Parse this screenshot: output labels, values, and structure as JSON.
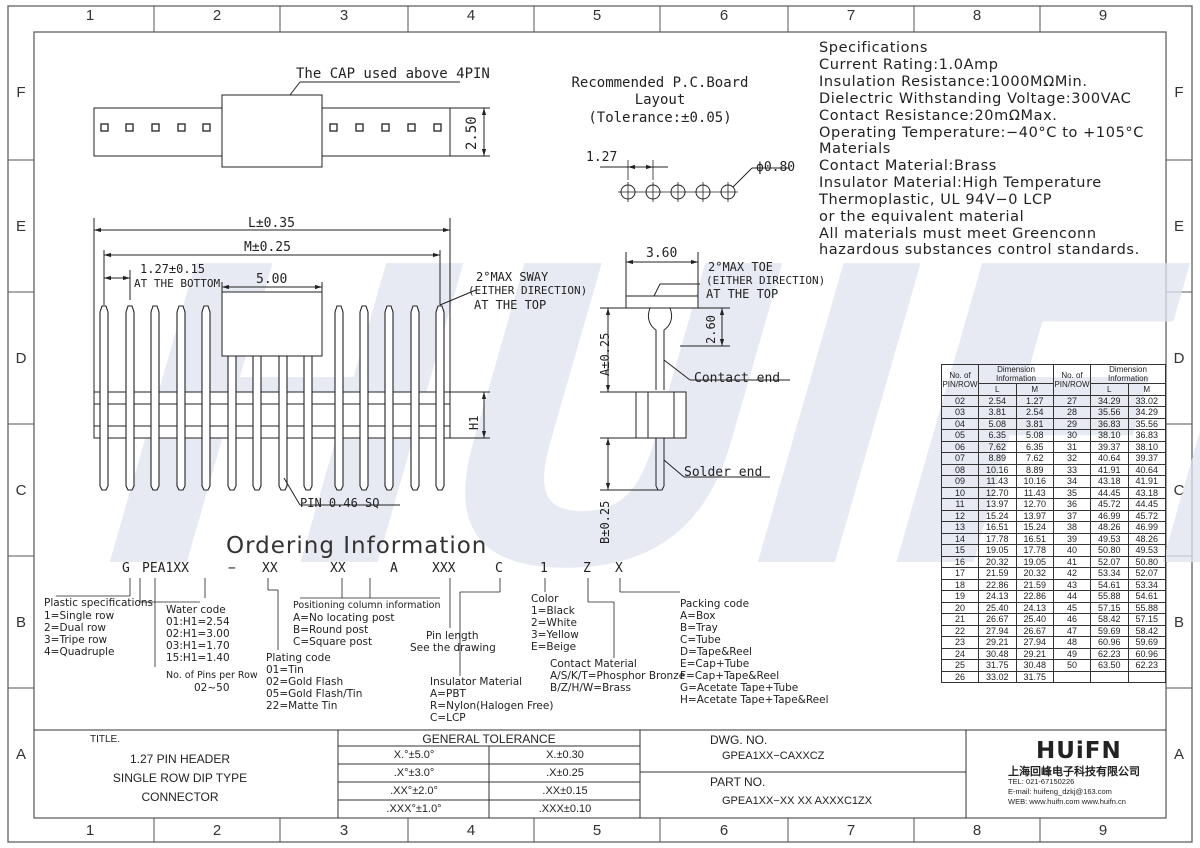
{
  "zones": {
    "columns": [
      "1",
      "2",
      "3",
      "4",
      "5",
      "6",
      "7",
      "8",
      "9"
    ],
    "rows": [
      "F",
      "E",
      "D",
      "C",
      "B",
      "A"
    ]
  },
  "watermark": "HUIFN",
  "top_view": {
    "cap_label": "The CAP used above 4PIN",
    "height_dim": "2.50"
  },
  "pcb": {
    "title": "Recommended P.C.Board",
    "title2": "Layout",
    "tolerance": "(Tolerance:±0.05)",
    "pitch": "1.27",
    "hole": "ϕ0.80"
  },
  "front_view": {
    "L": "L±0.35",
    "M": "M±0.25",
    "pitch": "1.27±0.15",
    "pitch_note": "AT THE BOTTOM",
    "cap_width": "5.00",
    "sway1": "2°MAX SWAY",
    "sway2": "(EITHER DIRECTION)",
    "sway3": "AT THE TOP",
    "h1": "H1",
    "pin": "PIN 0.46 SQ"
  },
  "side_view": {
    "width": "3.60",
    "toe1": "2°MAX TOE",
    "toe2": "(EITHER DIRECTION)",
    "toe3": "AT THE TOP",
    "height": "2.60",
    "a_dim": "A±0.25",
    "b_dim": "B±0.25",
    "contact": "Contact end",
    "solder": "Solder end"
  },
  "specs": [
    "Specifications",
    "Current Rating:1.0Amp",
    "Insulation Resistance:1000MΩMin.",
    "Dielectric Withstanding Voltage:300VAC",
    "Contact Resistance:20mΩMax.",
    "Operating Temperature:−40°C to +105°C",
    "Materials",
    "Contact Material:Brass",
    "Insulator Material:High Temperature",
    "Thermoplastic, UL 94V−0 LCP",
    "or the equivalent material",
    "All materials must meet Greenconn",
    "hazardous substances control standards."
  ],
  "ordering": {
    "title": "Ordering Information",
    "code": [
      "G",
      "PEA1XX",
      "−",
      "XX",
      "XX",
      "A",
      "XXX",
      "C",
      "1",
      "Z",
      "X"
    ],
    "plastic": [
      "Plastic specifications",
      "1=Single row",
      "2=Dual row",
      "3=Tripe row",
      "4=Quadruple"
    ],
    "water": [
      "Water code",
      "01:H1=2.54",
      "02:H1=3.00",
      "03:H1=1.70",
      "15:H1=1.40"
    ],
    "pins": [
      "No. of Pins per Row",
      "02~50"
    ],
    "plating": [
      "Plating code",
      "01=Tin",
      "02=Gold Flash",
      "05=Gold Flash/Tin",
      "22=Matte Tin"
    ],
    "position": [
      "Positioning column information",
      "A=No locating post",
      "B=Round post",
      "C=Square post"
    ],
    "pinlen": [
      "Pin length",
      "See the drawing"
    ],
    "insulator": [
      "Insulator Material",
      "A=PBT",
      "R=Nylon(Halogen Free)",
      "C=LCP"
    ],
    "color": [
      "Color",
      "1=Black",
      "2=White",
      "3=Yellow",
      "E=Beige"
    ],
    "contact": [
      "Contact Material",
      "A/S/K/T=Phosphor Bronze",
      "B/Z/H/W=Brass"
    ],
    "packing": [
      "Packing code",
      "A=Box",
      "B=Tray",
      "C=Tube",
      "D=Tape&Reel",
      "E=Cap+Tube",
      "F=Cap+Tape&Reel",
      "G=Acetate Tape+Tube",
      "H=Acetate Tape+Tape&Reel"
    ]
  },
  "dim_table": {
    "head_no": "No. of",
    "head_pin": "PIN/ROW",
    "head_dim": "Dimension Information",
    "head_L": "L",
    "head_M": "M",
    "left": [
      [
        "02",
        "2.54",
        "1.27"
      ],
      [
        "03",
        "3.81",
        "2.54"
      ],
      [
        "04",
        "5.08",
        "3.81"
      ],
      [
        "05",
        "6.35",
        "5.08"
      ],
      [
        "06",
        "7.62",
        "6.35"
      ],
      [
        "07",
        "8.89",
        "7.62"
      ],
      [
        "08",
        "10.16",
        "8.89"
      ],
      [
        "09",
        "11.43",
        "10.16"
      ],
      [
        "10",
        "12.70",
        "11.43"
      ],
      [
        "11",
        "13.97",
        "12.70"
      ],
      [
        "12",
        "15.24",
        "13.97"
      ],
      [
        "13",
        "16.51",
        "15.24"
      ],
      [
        "14",
        "17.78",
        "16.51"
      ],
      [
        "15",
        "19.05",
        "17.78"
      ],
      [
        "16",
        "20.32",
        "19.05"
      ],
      [
        "17",
        "21.59",
        "20.32"
      ],
      [
        "18",
        "22.86",
        "21.59"
      ],
      [
        "19",
        "24.13",
        "22.86"
      ],
      [
        "20",
        "25.40",
        "24.13"
      ],
      [
        "21",
        "26.67",
        "25.40"
      ],
      [
        "22",
        "27.94",
        "26.67"
      ],
      [
        "23",
        "29.21",
        "27.94"
      ],
      [
        "24",
        "30.48",
        "29.21"
      ],
      [
        "25",
        "31.75",
        "30.48"
      ],
      [
        "26",
        "33.02",
        "31.75"
      ]
    ],
    "right": [
      [
        "27",
        "34.29",
        "33.02"
      ],
      [
        "28",
        "35.56",
        "34.29"
      ],
      [
        "29",
        "36.83",
        "35.56"
      ],
      [
        "30",
        "38.10",
        "36.83"
      ],
      [
        "31",
        "39.37",
        "38.10"
      ],
      [
        "32",
        "40.64",
        "39.37"
      ],
      [
        "33",
        "41.91",
        "40.64"
      ],
      [
        "34",
        "43.18",
        "41.91"
      ],
      [
        "35",
        "44.45",
        "43.18"
      ],
      [
        "36",
        "45.72",
        "44.45"
      ],
      [
        "37",
        "46.99",
        "45.72"
      ],
      [
        "38",
        "48.26",
        "46.99"
      ],
      [
        "39",
        "49.53",
        "48.26"
      ],
      [
        "40",
        "50.80",
        "49.53"
      ],
      [
        "41",
        "52.07",
        "50.80"
      ],
      [
        "42",
        "53.34",
        "52.07"
      ],
      [
        "43",
        "54.61",
        "53.34"
      ],
      [
        "44",
        "55.88",
        "54.61"
      ],
      [
        "45",
        "57.15",
        "55.88"
      ],
      [
        "46",
        "58.42",
        "57.15"
      ],
      [
        "47",
        "59.69",
        "58.42"
      ],
      [
        "48",
        "60.96",
        "59.69"
      ],
      [
        "49",
        "62.23",
        "60.96"
      ],
      [
        "50",
        "63.50",
        "62.23"
      ]
    ]
  },
  "title_block": {
    "title_label": "TITLE.",
    "title_lines": [
      "1.27 PIN HEADER",
      "SINGLE ROW DIP TYPE",
      "CONNECTOR"
    ],
    "tol_title": "GENERAL TOLERANCE",
    "tol_rows": [
      [
        "X.°±5.0°",
        "X.±0.30"
      ],
      [
        ".X°±3.0°",
        ".X±0.25"
      ],
      [
        ".XX°±2.0°",
        ".XX±0.15"
      ],
      [
        ".XXX°±1.0°",
        ".XXX±0.10"
      ]
    ],
    "dwg_label": "DWG. NO.",
    "dwg_no": "GPEA1XX−CAXXCZ",
    "part_label": "PART NO.",
    "part_no": "GPEA1XX−XX XX AXXXC1ZX",
    "logo": "HUiFN",
    "company": "上海回峰电子科技有限公司",
    "tel": "TEL: 021-67150226",
    "email": "E-mail: huifeng_dzkj@163.com",
    "web": "WEB: www.huifn.com  www.huifn.cn"
  }
}
